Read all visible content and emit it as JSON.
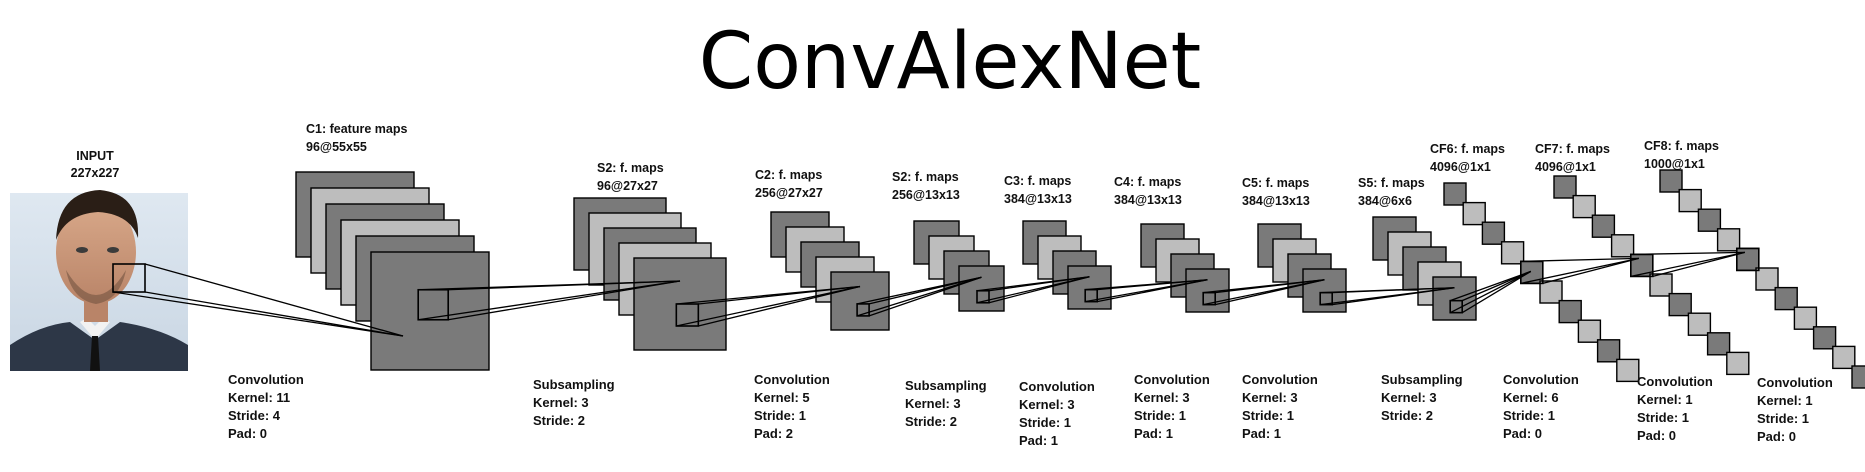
{
  "title": "ConvAlexNet",
  "input": {
    "label": "INPUT",
    "size": "227x227"
  },
  "layers": [
    {
      "id": "c1",
      "name": "C1: feature maps",
      "dims": "96@55x55"
    },
    {
      "id": "s2a",
      "name": "S2: f. maps",
      "dims": "96@27x27"
    },
    {
      "id": "c2",
      "name": "C2: f. maps",
      "dims": "256@27x27"
    },
    {
      "id": "s2b",
      "name": "S2: f. maps",
      "dims": "256@13x13"
    },
    {
      "id": "c3",
      "name": "C3: f. maps",
      "dims": "384@13x13"
    },
    {
      "id": "c4",
      "name": "C4: f. maps",
      "dims": "384@13x13"
    },
    {
      "id": "c5",
      "name": "C5: f. maps",
      "dims": "384@13x13"
    },
    {
      "id": "s5",
      "name": "S5: f. maps",
      "dims": "384@6x6"
    },
    {
      "id": "cf6",
      "name": "CF6: f. maps",
      "dims": "4096@1x1"
    },
    {
      "id": "cf7",
      "name": "CF7: f. maps",
      "dims": "4096@1x1"
    },
    {
      "id": "cf8",
      "name": "CF8: f. maps",
      "dims": "1000@1x1"
    }
  ],
  "operations": [
    {
      "type": "Convolution",
      "kernel": "Kernel: 11",
      "stride": "Stride: 4",
      "pad": "Pad: 0"
    },
    {
      "type": "Subsampling",
      "kernel": "Kernel: 3",
      "stride": "Stride: 2",
      "pad": ""
    },
    {
      "type": "Convolution",
      "kernel": "Kernel: 5",
      "stride": "Stride: 1",
      "pad": "Pad: 2"
    },
    {
      "type": "Subsampling",
      "kernel": "Kernel: 3",
      "stride": "Stride: 2",
      "pad": ""
    },
    {
      "type": "Convolution",
      "kernel": "Kernel: 3",
      "stride": "Stride: 1",
      "pad": "Pad: 1"
    },
    {
      "type": "Convolution",
      "kernel": "Kernel: 3",
      "stride": "Stride: 1",
      "pad": "Pad: 1"
    },
    {
      "type": "Convolution",
      "kernel": "Kernel: 3",
      "stride": "Stride: 1",
      "pad": "Pad: 1"
    },
    {
      "type": "Subsampling",
      "kernel": "Kernel: 3",
      "stride": "Stride: 2",
      "pad": ""
    },
    {
      "type": "Convolution",
      "kernel": "Kernel: 6",
      "stride": "Stride: 1",
      "pad": "Pad: 0"
    },
    {
      "type": "Convolution",
      "kernel": "Kernel: 1",
      "stride": "Stride: 1",
      "pad": "Pad: 0"
    },
    {
      "type": "Convolution",
      "kernel": "Kernel: 1",
      "stride": "Stride: 1",
      "pad": "Pad: 0"
    }
  ],
  "colors": {
    "dark_map": "#7a7a7a",
    "light_map": "#bdbdbd",
    "outline": "#000000"
  }
}
